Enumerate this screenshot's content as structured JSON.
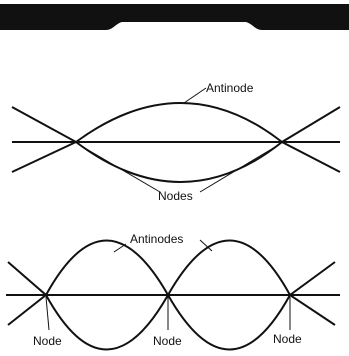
{
  "top_diagram": {
    "antinode_label": "Antinode",
    "nodes_label": "Nodes"
  },
  "bottom_diagram": {
    "antinodes_label": "Antinodes",
    "node_labels": [
      "Node",
      "Node",
      "Node"
    ]
  },
  "colors": {
    "ink": "#111111",
    "background": "#ffffff"
  }
}
